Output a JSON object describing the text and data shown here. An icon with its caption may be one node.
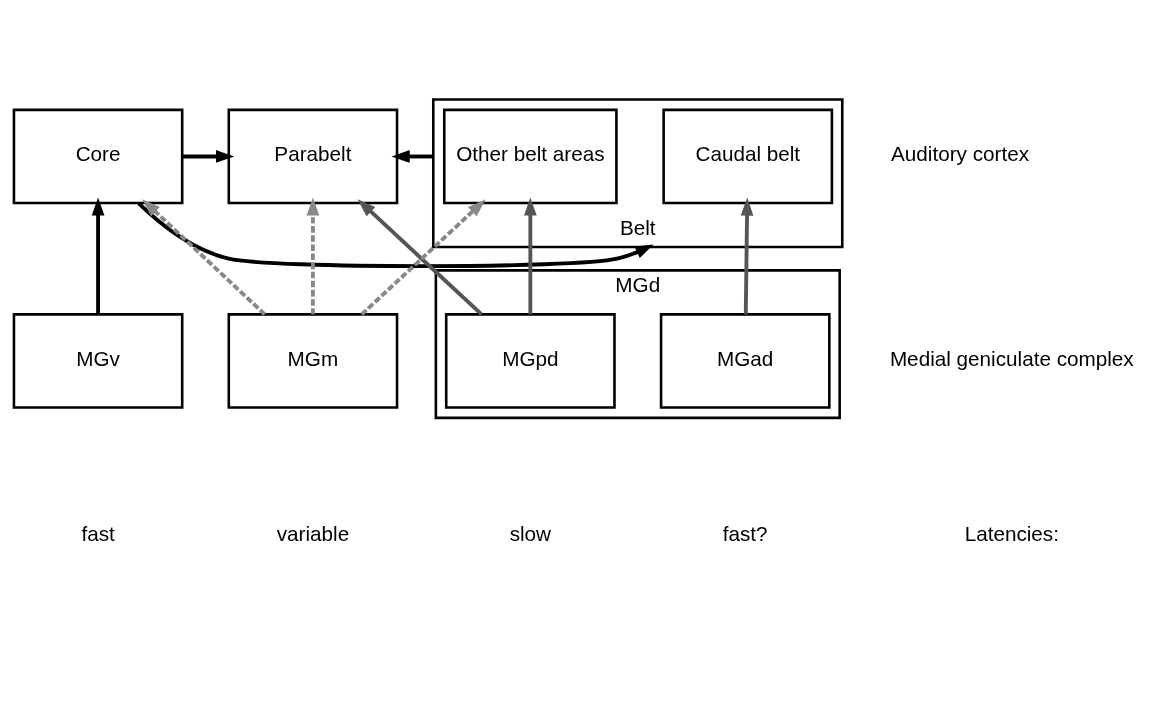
{
  "diagram": {
    "nodes": [
      {
        "text": [
          "Core"
        ]
      },
      {
        "text": [
          "Belt"
        ]
      },
      {
        "text": [
          "Caudal belt"
        ],
        "in": 1
      },
      {
        "text": [
          "Other belt areas"
        ],
        "in": 1
      },
      {
        "text": [
          "Parabelt"
        ]
      },
      {
        "text": [
          "MGv"
        ]
      },
      {
        "text": [
          "MGd"
        ]
      },
      {
        "text": [
          "MGad"
        ],
        "in": 6
      },
      {
        "text": [
          "MGpd"
        ],
        "in": 6
      },
      {
        "text": [
          "MGm"
        ]
      }
    ],
    "edges": [
      {
        "from": 0,
        "to": 4,
        "arrow": "to"
      },
      {
        "from": 0,
        "to": 1,
        "arrow": "to"
      },
      {
        "from": 1,
        "to": 4,
        "arrow": "to"
      },
      {
        "from": 5,
        "to": 0,
        "arrow": "to"
      },
      {
        "from": 7,
        "to": 2,
        "arrow": "to",
        "color": "#555555"
      },
      {
        "from": 8,
        "to": 3,
        "arrow": "to",
        "color": "#555555"
      },
      {
        "from": 8,
        "to": 4,
        "arrow": "to",
        "color": "#555555"
      },
      {
        "from": 9,
        "to": 0,
        "arrow": "to",
        "style": "dashed",
        "color": "#888888"
      },
      {
        "from": 9,
        "to": 3,
        "arrow": "to",
        "style": "dashed",
        "color": "#888888"
      },
      {
        "from": 9,
        "to": 4,
        "arrow": "to",
        "style": "dashed",
        "color": "#888888"
      }
    ],
    "labels": [
      "Auditory cortex",
      "Medial geniculate complex",
      "Latencies:",
      "fast",
      "fast?",
      "slow",
      "variable"
    ]
  }
}
